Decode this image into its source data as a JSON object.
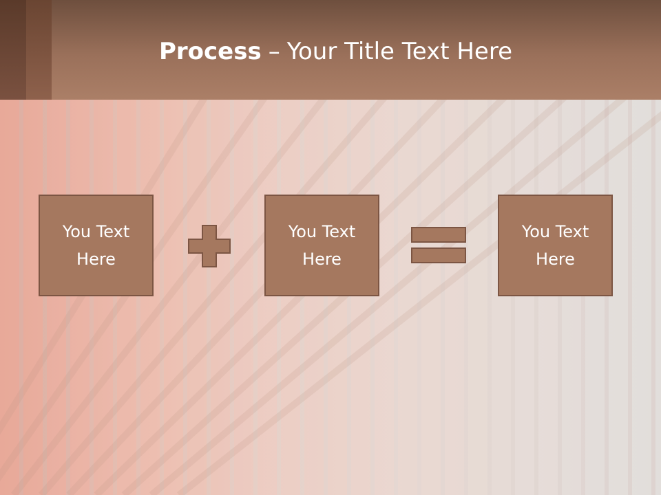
{
  "slide": {
    "title_bold": "Process",
    "title_separator": "–",
    "title_rest": "Your Title Text Here"
  },
  "process": {
    "boxes": [
      {
        "label": "You Text\nHere"
      },
      {
        "label": "You Text\nHere"
      },
      {
        "label": "You Text\nHere"
      }
    ],
    "operators": [
      "plus-icon",
      "equals-icon"
    ]
  },
  "colors": {
    "header": "#9a705a",
    "box_fill": "#a5785f",
    "box_border": "#7c5543",
    "text": "#ffffff"
  }
}
